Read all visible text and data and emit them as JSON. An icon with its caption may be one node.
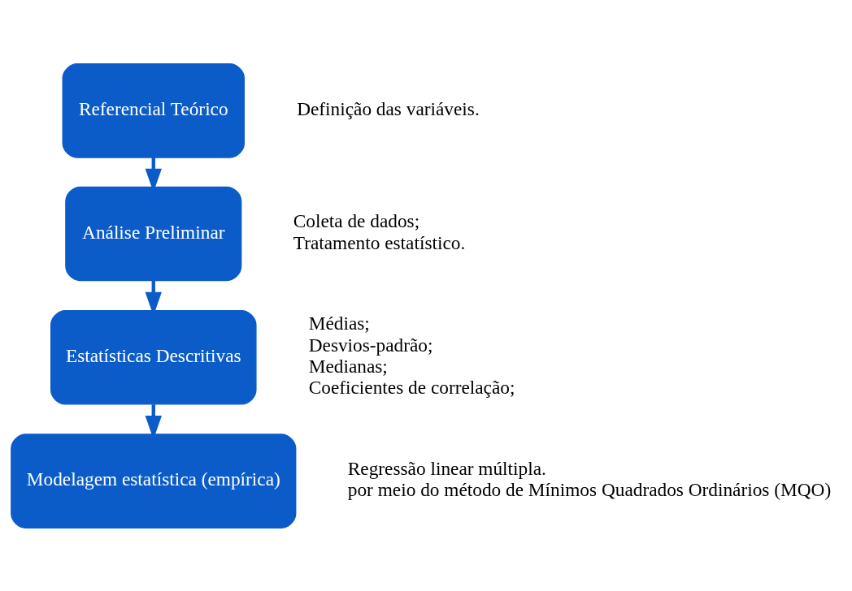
{
  "diagram": {
    "nodes": [
      {
        "text": [
          "Referencial Teórico"
        ],
        "beside": [
          "Definição das variáveis."
        ]
      },
      {
        "text": [
          "Análise Preliminar"
        ],
        "beside": [
          "Coleta de dados;",
          "Tratamento estatístico."
        ]
      },
      {
        "text": [
          "Estatísticas Descritivas"
        ],
        "beside": [
          "Médias;",
          "Desvios-padrão;",
          "Medianas;",
          "Coeficientes de correlação;"
        ]
      },
      {
        "text": [
          "Modelagem estatística (empírica)"
        ],
        "beside": [
          "Regressão linear múltipla.",
          "por meio do método de Mínimos Quadrados Ordinários (MQO)"
        ]
      }
    ],
    "edges": [
      {
        "from": 0,
        "to": 1,
        "arrow": "to"
      },
      {
        "from": 1,
        "to": 2,
        "arrow": "to"
      },
      {
        "from": 2,
        "to": 3,
        "arrow": "to"
      }
    ]
  }
}
